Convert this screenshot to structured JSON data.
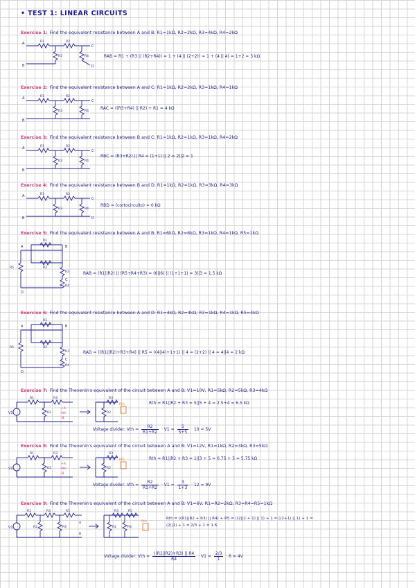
{
  "title": "• TEST 1: LINEAR CIRCUITS",
  "exercises": [
    {
      "label": "Exercise 1:",
      "statement": "Find the equivalent resistance between A and B: R1=1kΩ, R2=2kΩ, R3=4kΩ, R4=2kΩ",
      "solution": "RAB = R1 + (R3 || (R2+R4)) = 1 + (4 || (2+2)) = 1 + (4 || 4) = 1+2 = 3 kΩ"
    },
    {
      "label": "Exercise 2:",
      "statement": "Find the equivalent resistance between A and C: R1=1kΩ, R2=2kΩ, R3=1kΩ, R4=1kΩ",
      "solution": "RAC = ((R3+R4) || R2) + R1 = 4 kΩ"
    },
    {
      "label": "Exercise 3:",
      "statement": "Find the equivalent resistance between B and C: R1=1kΩ, R2=1kΩ, R3=1kΩ, R4=2kΩ",
      "solution": "RBC = (R3+R2) || R4 = (1+1) || 2 = 2||2 = 1"
    },
    {
      "label": "Exercise 4:",
      "statement": "Find the equivalent resistance between B and D: R1=1kΩ, R2=1kΩ, R3=3kΩ, R4=3kΩ",
      "solution": "RBD = (cortocircuito) = 0 kΩ"
    },
    {
      "label": "Exercise 5:",
      "statement": "Find the equivalent resistance between A and B: R1=6kΩ, R2=6kΩ, R3=1kΩ, R4=1kΩ, R5=1kΩ",
      "solution": "RAB = (R1||R2) || (R5+R4+R3) = (6||6) || (1+1+1) = 3||3 = 1.5 kΩ"
    },
    {
      "label": "Exercise 6:",
      "statement": "Find the equivalent resistance between A and D: R1=4kΩ, R2=4kΩ, R3=1kΩ, R4=1kΩ, R5=4kΩ",
      "solution": "RAD = ((R1||R2)+R3+R4) || R5 = ((4||4)+1+1) || 4 = (2+2) || 4 = 4||4 = 2 kΩ"
    },
    {
      "label": "Exercise 7:",
      "statement": "Find the Thevenin's equivalent of the circuit between A and B: V1=10V, R1=5kΩ, R2=5kΩ, R3=4kΩ",
      "solution": "Rth = R1||R2 + R3 = 5||5 + 4 = 2.5+4 = 6.5 kΩ",
      "solution2": "Voltage divider: Vth =",
      "frac_num": "R2",
      "frac_den": "R1+R2",
      "solution3": "· V1 =",
      "frac2_num": "5",
      "frac2_den": "5+5",
      "solution4": "· 10 = 5V"
    },
    {
      "label": "Exercise 8:",
      "statement": "Find the Thevenin's equivalent of the circuit between A and B: V1=12V, R1=1kΩ, R2=3kΩ, R3=5kΩ",
      "solution": "Rth = R1||R2 + R3 = 1||3 + 5 = 0.75 + 5 = 5.75 kΩ",
      "solution2": "Voltage divider: Vth =",
      "frac_num": "R2",
      "frac_den": "R1+R2",
      "solution3": "· V1 =",
      "frac2_num": "3",
      "frac2_den": "1+3",
      "solution4": "· 12 = 9V"
    },
    {
      "label": "Exercise 9:",
      "statement": "Find the Thevenin's equivalent of the circuit between A and B: V1=6V, R1=R2=2kΩ, R3=R4=R5=1kΩ",
      "solution": "Rth = ((R1||R2 + R3) || R4) + R5 = ((2||2 + 1) || 1) + 1 = ((2+1) || 1) + 1 =",
      "solution_b": "(2||1) + 1 = 2/3 + 1 = 1.6̅",
      "solution2": "Voltage divider: Vth =",
      "frac_num": "((R1||R2)+R3) || R4",
      "frac_den": "R4",
      "solution3": "· V1 =",
      "frac2_num": "2/3",
      "frac2_den": "1",
      "solution4": "· 6 = 4V"
    }
  ],
  "colors": {
    "ink": "#1e1e8c",
    "accent": "#d13a7a",
    "orange": "#e8762b"
  }
}
